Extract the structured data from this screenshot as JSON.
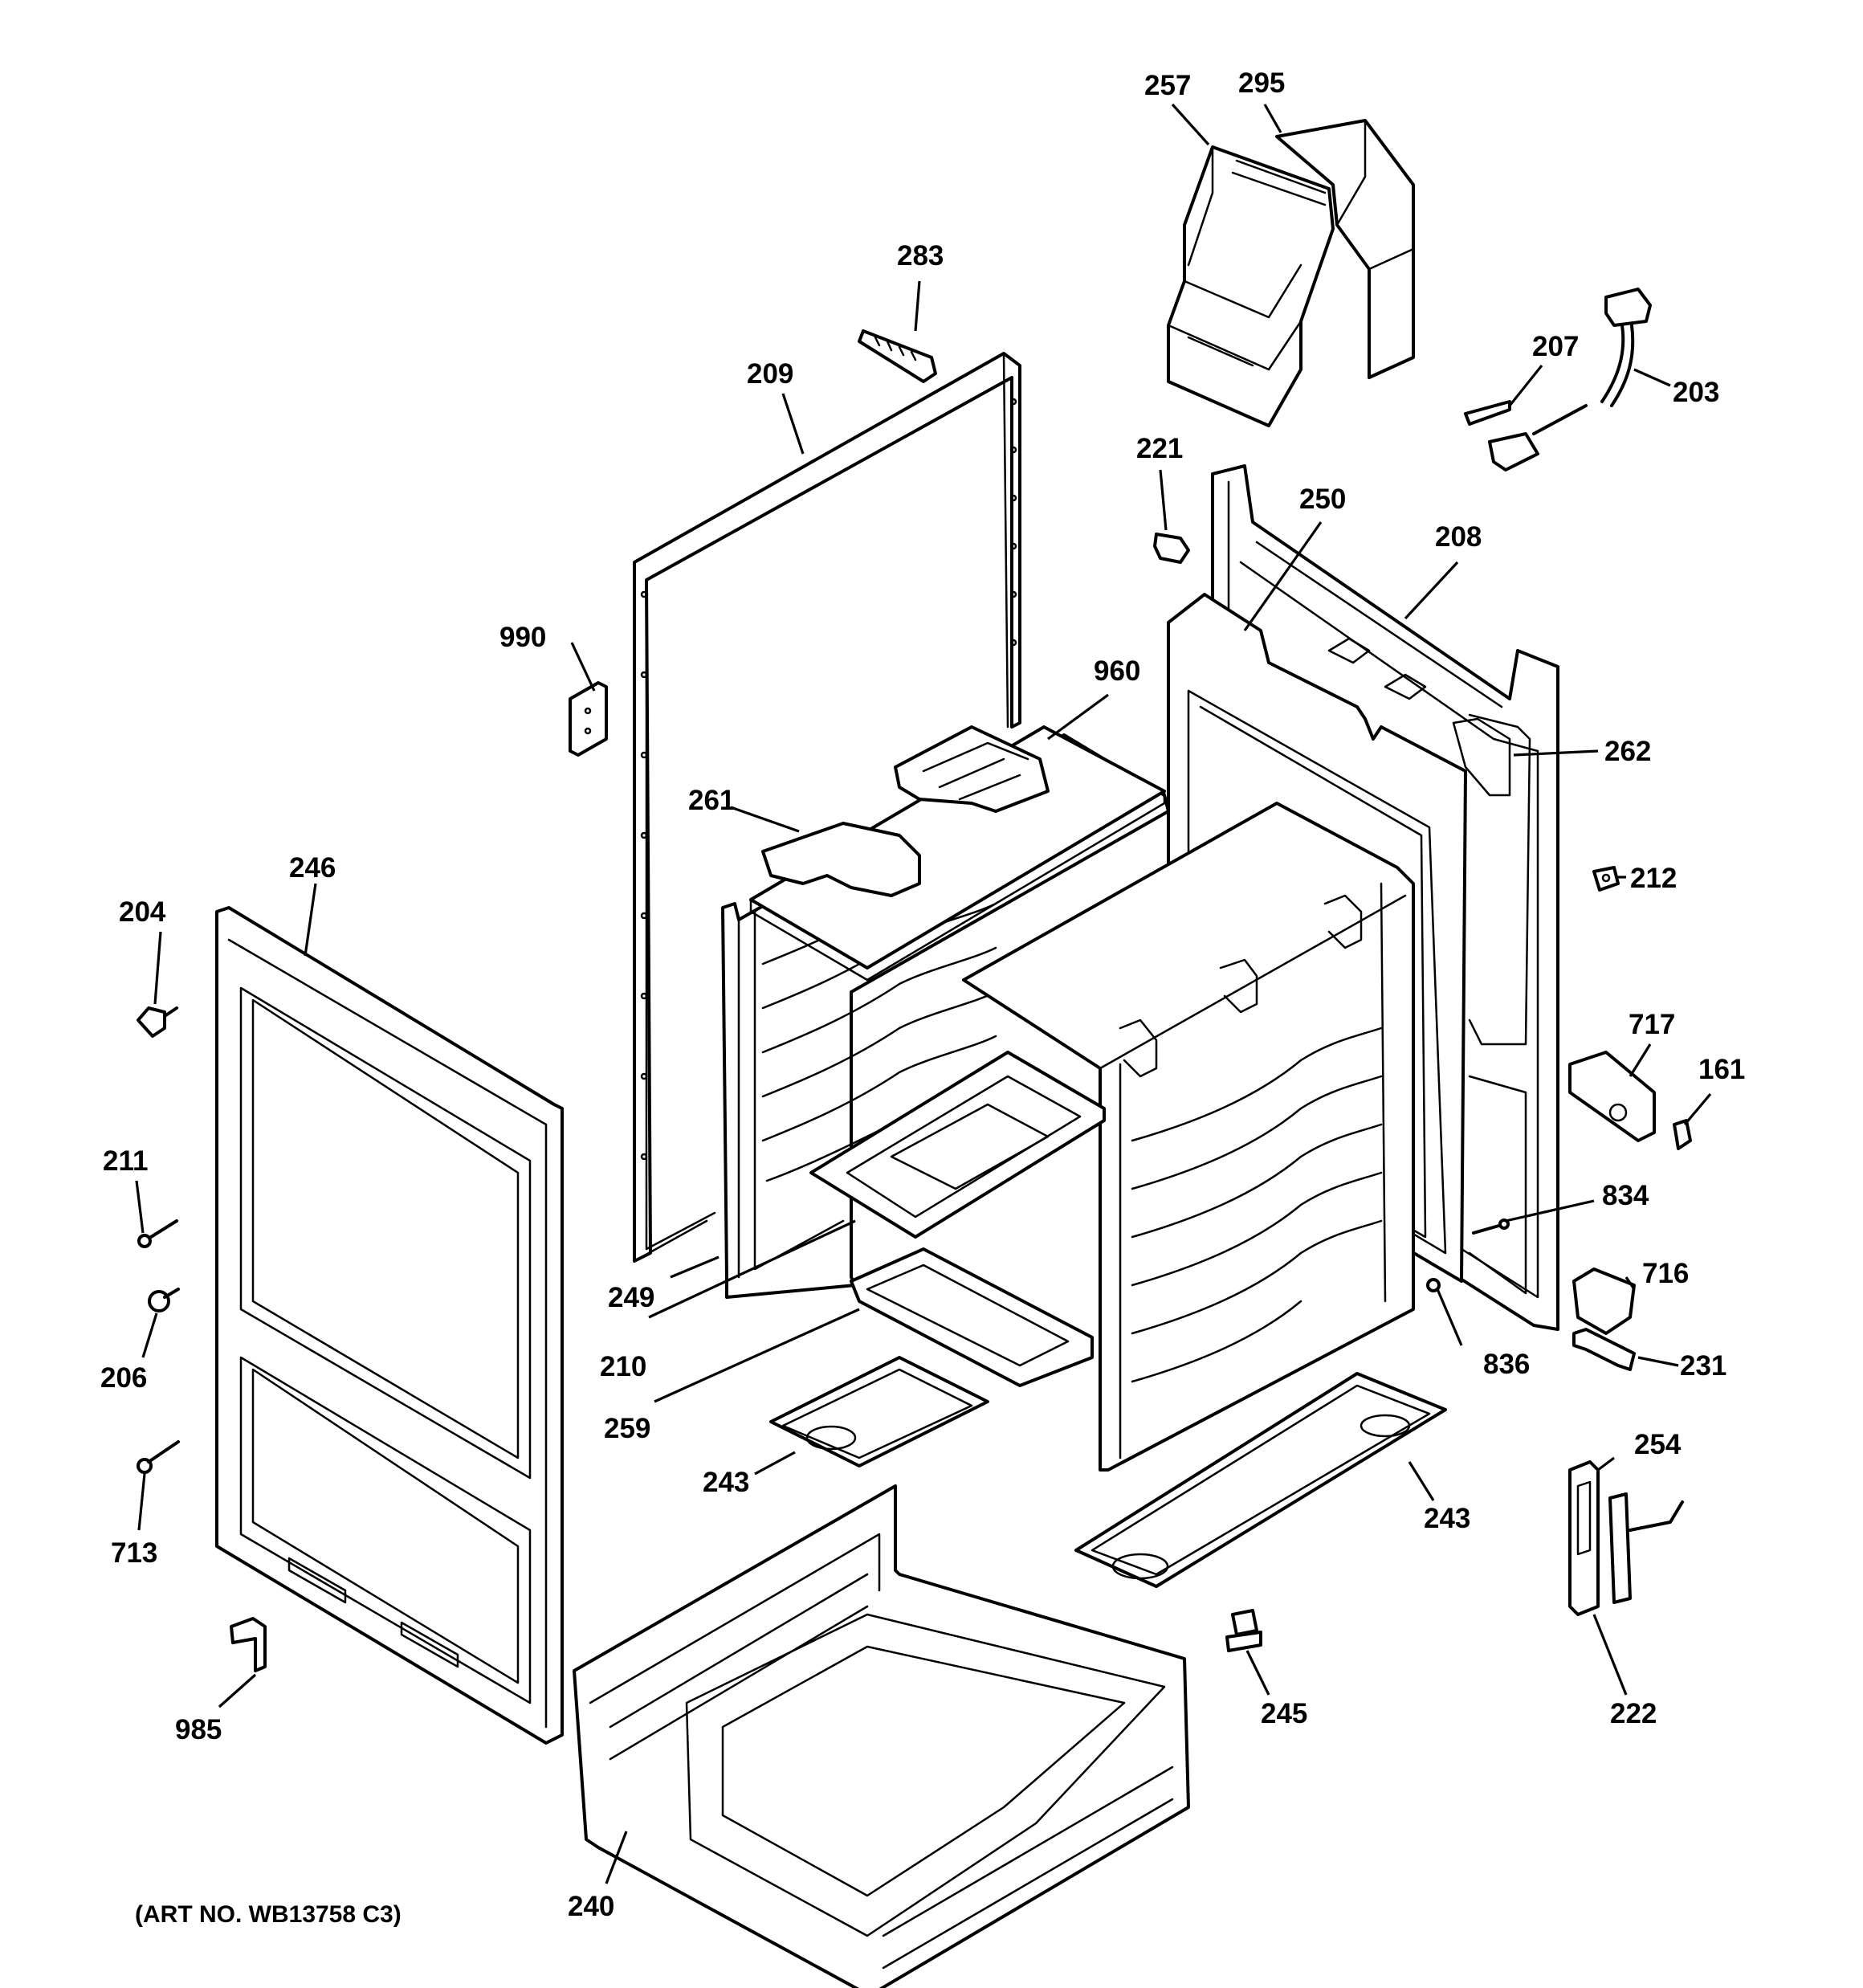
{
  "diagram": {
    "art_note": "(ART NO. WB13758 C3)",
    "callouts": [
      {
        "id": "257",
        "label": "257"
      },
      {
        "id": "295",
        "label": "295"
      },
      {
        "id": "283",
        "label": "283"
      },
      {
        "id": "207",
        "label": "207"
      },
      {
        "id": "203",
        "label": "203"
      },
      {
        "id": "209",
        "label": "209"
      },
      {
        "id": "221",
        "label": "221"
      },
      {
        "id": "250",
        "label": "250"
      },
      {
        "id": "208",
        "label": "208"
      },
      {
        "id": "990",
        "label": "990"
      },
      {
        "id": "960",
        "label": "960"
      },
      {
        "id": "262",
        "label": "262"
      },
      {
        "id": "261",
        "label": "261"
      },
      {
        "id": "246",
        "label": "246"
      },
      {
        "id": "212",
        "label": "212"
      },
      {
        "id": "204",
        "label": "204"
      },
      {
        "id": "717",
        "label": "717"
      },
      {
        "id": "161",
        "label": "161"
      },
      {
        "id": "211",
        "label": "211"
      },
      {
        "id": "834",
        "label": "834"
      },
      {
        "id": "249",
        "label": "249"
      },
      {
        "id": "716",
        "label": "716"
      },
      {
        "id": "206",
        "label": "206"
      },
      {
        "id": "210",
        "label": "210"
      },
      {
        "id": "836",
        "label": "836"
      },
      {
        "id": "231",
        "label": "231"
      },
      {
        "id": "259",
        "label": "259"
      },
      {
        "id": "713",
        "label": "713"
      },
      {
        "id": "243a",
        "label": "243"
      },
      {
        "id": "254",
        "label": "254"
      },
      {
        "id": "243b",
        "label": "243"
      },
      {
        "id": "985",
        "label": "985"
      },
      {
        "id": "245",
        "label": "245"
      },
      {
        "id": "222",
        "label": "222"
      },
      {
        "id": "240",
        "label": "240"
      }
    ]
  }
}
